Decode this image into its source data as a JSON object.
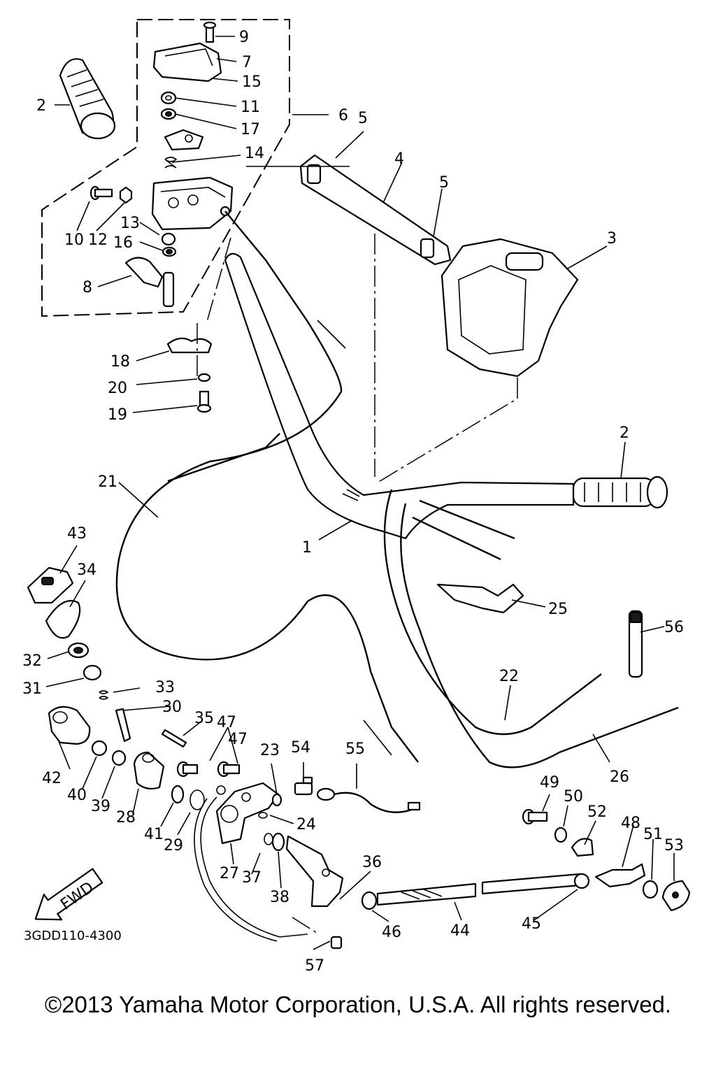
{
  "diagram": {
    "drawing_code": "3GDD110-4300",
    "fwd_label": "FWD",
    "callouts": [
      "1",
      "2",
      "2",
      "3",
      "4",
      "5",
      "5",
      "6",
      "7",
      "8",
      "9",
      "10",
      "11",
      "12",
      "13",
      "14",
      "15",
      "16",
      "17",
      "18",
      "19",
      "20",
      "21",
      "22",
      "23",
      "24",
      "25",
      "26",
      "27",
      "28",
      "29",
      "30",
      "31",
      "32",
      "33",
      "34",
      "35",
      "36",
      "37",
      "38",
      "39",
      "40",
      "41",
      "42",
      "43",
      "44",
      "45",
      "46",
      "47",
      "47",
      "48",
      "49",
      "50",
      "51",
      "52",
      "53",
      "54",
      "55",
      "56",
      "57"
    ]
  },
  "footer": {
    "copyright": "©2013 Yamaha Motor Corporation, U.S.A. All rights reserved."
  }
}
